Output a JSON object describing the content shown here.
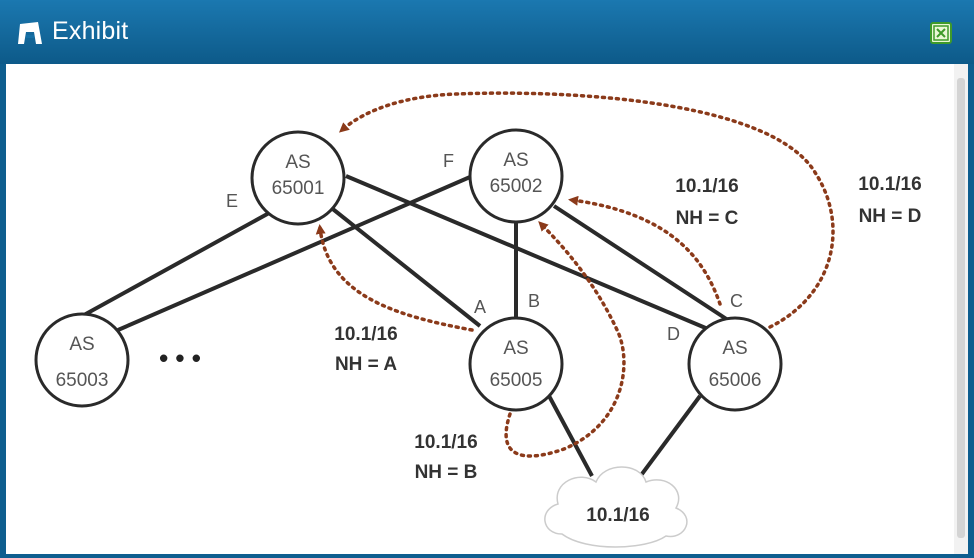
{
  "window": {
    "title": "Exhibit",
    "icon": "exhibit-icon",
    "close_icon": "close-icon"
  },
  "nodes": [
    {
      "id": "as65001",
      "line1": "AS",
      "line2": "65001"
    },
    {
      "id": "as65002",
      "line1": "AS",
      "line2": "65002"
    },
    {
      "id": "as65003",
      "line1": "AS",
      "line2": "65003"
    },
    {
      "id": "as65005",
      "line1": "AS",
      "line2": "65005"
    },
    {
      "id": "as65006",
      "line1": "AS",
      "line2": "65006"
    }
  ],
  "ports": {
    "E": "E",
    "F": "F",
    "A": "A",
    "B": "B",
    "C": "C",
    "D": "D"
  },
  "ellipsis": "• • •",
  "cloud": {
    "label": "10.1/16"
  },
  "annotations": {
    "nh_a": {
      "prefix": "10.1/16",
      "nh": "NH = A"
    },
    "nh_b": {
      "prefix": "10.1/16",
      "nh": "NH = B"
    },
    "nh_c": {
      "prefix": "10.1/16",
      "nh": "NH = C"
    },
    "nh_d": {
      "prefix": "10.1/16",
      "nh": "NH = D"
    }
  },
  "colors": {
    "titlebar": "#1570a6",
    "arrow": "#8b3a1a",
    "link": "#2a2a2a",
    "node_border": "#2a2a2a",
    "close_border": "#3f9a2a"
  }
}
